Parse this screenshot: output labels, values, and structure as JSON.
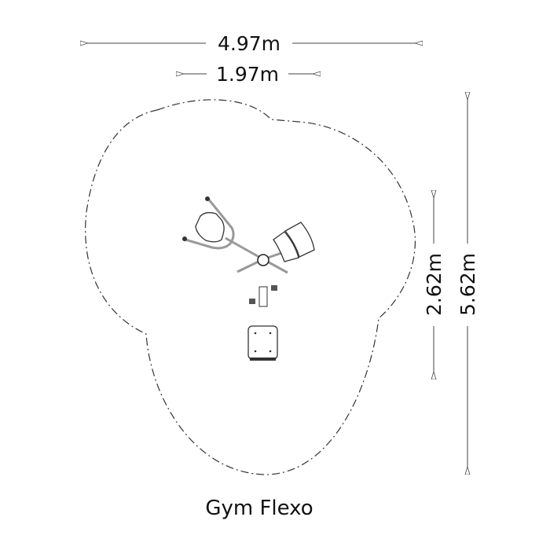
{
  "title": "Gym Flexo",
  "dimensions": {
    "overall_width": "4.97m",
    "equipment_width": "1.97m",
    "equipment_depth": "2.62m",
    "overall_depth": "5.62m"
  },
  "colors": {
    "line": "#444444",
    "background": "#ffffff"
  }
}
